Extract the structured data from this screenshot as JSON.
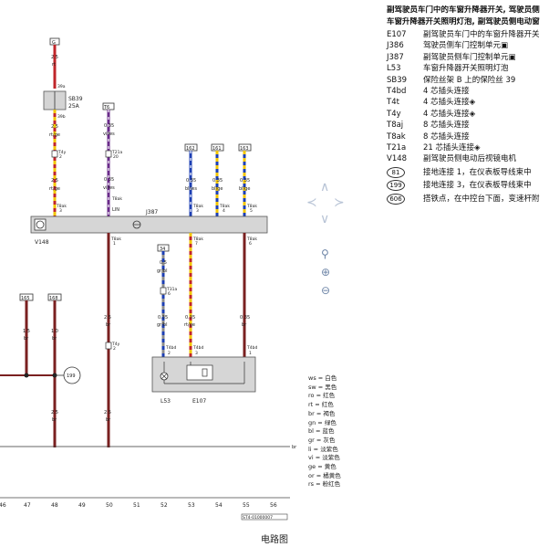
{
  "legend": {
    "heading_line1": "副驾驶员车门中的车窗升降器开关, 驾驶员侧",
    "heading_line2": "车窗升降器开关照明灯泡, 副驾驶员侧电动窗",
    "items": [
      {
        "code": "E107",
        "desc": "副驾驶员车门中的车窗升降器开关"
      },
      {
        "code": "J386",
        "desc": "驾驶员侧车门控制单元"
      },
      {
        "code": "J387",
        "desc": "副驾驶员侧车门控制单元"
      },
      {
        "code": "L53",
        "desc": "车窗升降器开关照明灯泡"
      },
      {
        "code": "SB39",
        "desc": "保险丝架 B 上的保险丝 39"
      },
      {
        "code": "T4bd",
        "desc": "4 芯插头连接"
      },
      {
        "code": "T4t",
        "desc": "4 芯插头连接"
      },
      {
        "code": "T4y",
        "desc": "4 芯插头连接"
      },
      {
        "code": "T8aj",
        "desc": "8 芯插头连接"
      },
      {
        "code": "T8ak",
        "desc": "8 芯插头连接"
      },
      {
        "code": "T21a",
        "desc": "21 芯插头连接"
      },
      {
        "code": "V148",
        "desc": "副驾驶员侧电动后视镜电机"
      }
    ],
    "grounds": [
      {
        "code": "81",
        "desc": "接地连接 1，在仪表板导线束中"
      },
      {
        "code": "199",
        "desc": "接地连接 3，在仪表板导线束中"
      },
      {
        "code": "606",
        "desc": "搭铁点，在中控台下面，变速杆附"
      }
    ]
  },
  "colors": [
    "ws = 白色",
    "sw = 黑色",
    "ro = 红色",
    "rt = 红色",
    "br = 褐色",
    "gn = 绿色",
    "bl = 蓝色",
    "gr = 灰色",
    "li = 淡紫色",
    "vi = 淡紫色",
    "ge = 黄色",
    "or = 橘黄色",
    "rs = 粉红色"
  ],
  "diagram": {
    "top_refs": [
      "G",
      "T6",
      "162",
      "161",
      "163"
    ],
    "fuse": {
      "name": "SB39",
      "rating": "25A",
      "pin_in": "39a",
      "pin_out": "39b"
    },
    "wires": {
      "w1_size": "2.5",
      "w1_color": "rt",
      "w1b_color": "rt/ge",
      "w2_size": "0.35",
      "w2_color": "vi/ws",
      "w2_conn": "T21a",
      "w2_pin": "20",
      "w3_size": "0.35",
      "w3_color": "bl/ws",
      "w4_size": "0.35",
      "w4_color": "bl/ge",
      "w5_size": "0.35",
      "w5_color": "bl/ge",
      "conn_t4y": "T4y",
      "conn_t4y_pin": "2",
      "conn_t8ak": "T8ak",
      "lin": "LIN",
      "j387": "J387",
      "v148": "V148",
      "ground_ref": "199",
      "ref_165": "165",
      "ref_168": "168",
      "w6_size": "1.5",
      "w6_color": "br",
      "w7_size": "1.0",
      "w7_color": "br",
      "w8_size": "2.5",
      "w8_color": "br",
      "w9_size": "2.5",
      "w9_color": "br",
      "ref_34": "34",
      "w10_size": "0.5",
      "w10_color": "gr/bl",
      "w11_size": "0.35",
      "w11_color": "gr/bl",
      "w12_size": "0.35",
      "w12_color": "rt/ge",
      "w13_size": "0.35",
      "w13_color": "br",
      "conn_t31a": "T31a",
      "conn_t31a_pin": "6",
      "conn_t4bd": "T4bd",
      "l53": "L53",
      "e107": "E107",
      "t8ak_pins": [
        "1",
        "7",
        "6"
      ],
      "t4bd_pins": [
        "2",
        "3",
        "1"
      ],
      "t8ak_top_pins": [
        "3",
        "4",
        "5"
      ]
    },
    "ruler": [
      "46",
      "47",
      "48",
      "49",
      "50",
      "51",
      "52",
      "53",
      "54",
      "55",
      "56"
    ],
    "doc_id": "ST4-01000007",
    "edge_label": "br"
  },
  "caption": "电路图"
}
